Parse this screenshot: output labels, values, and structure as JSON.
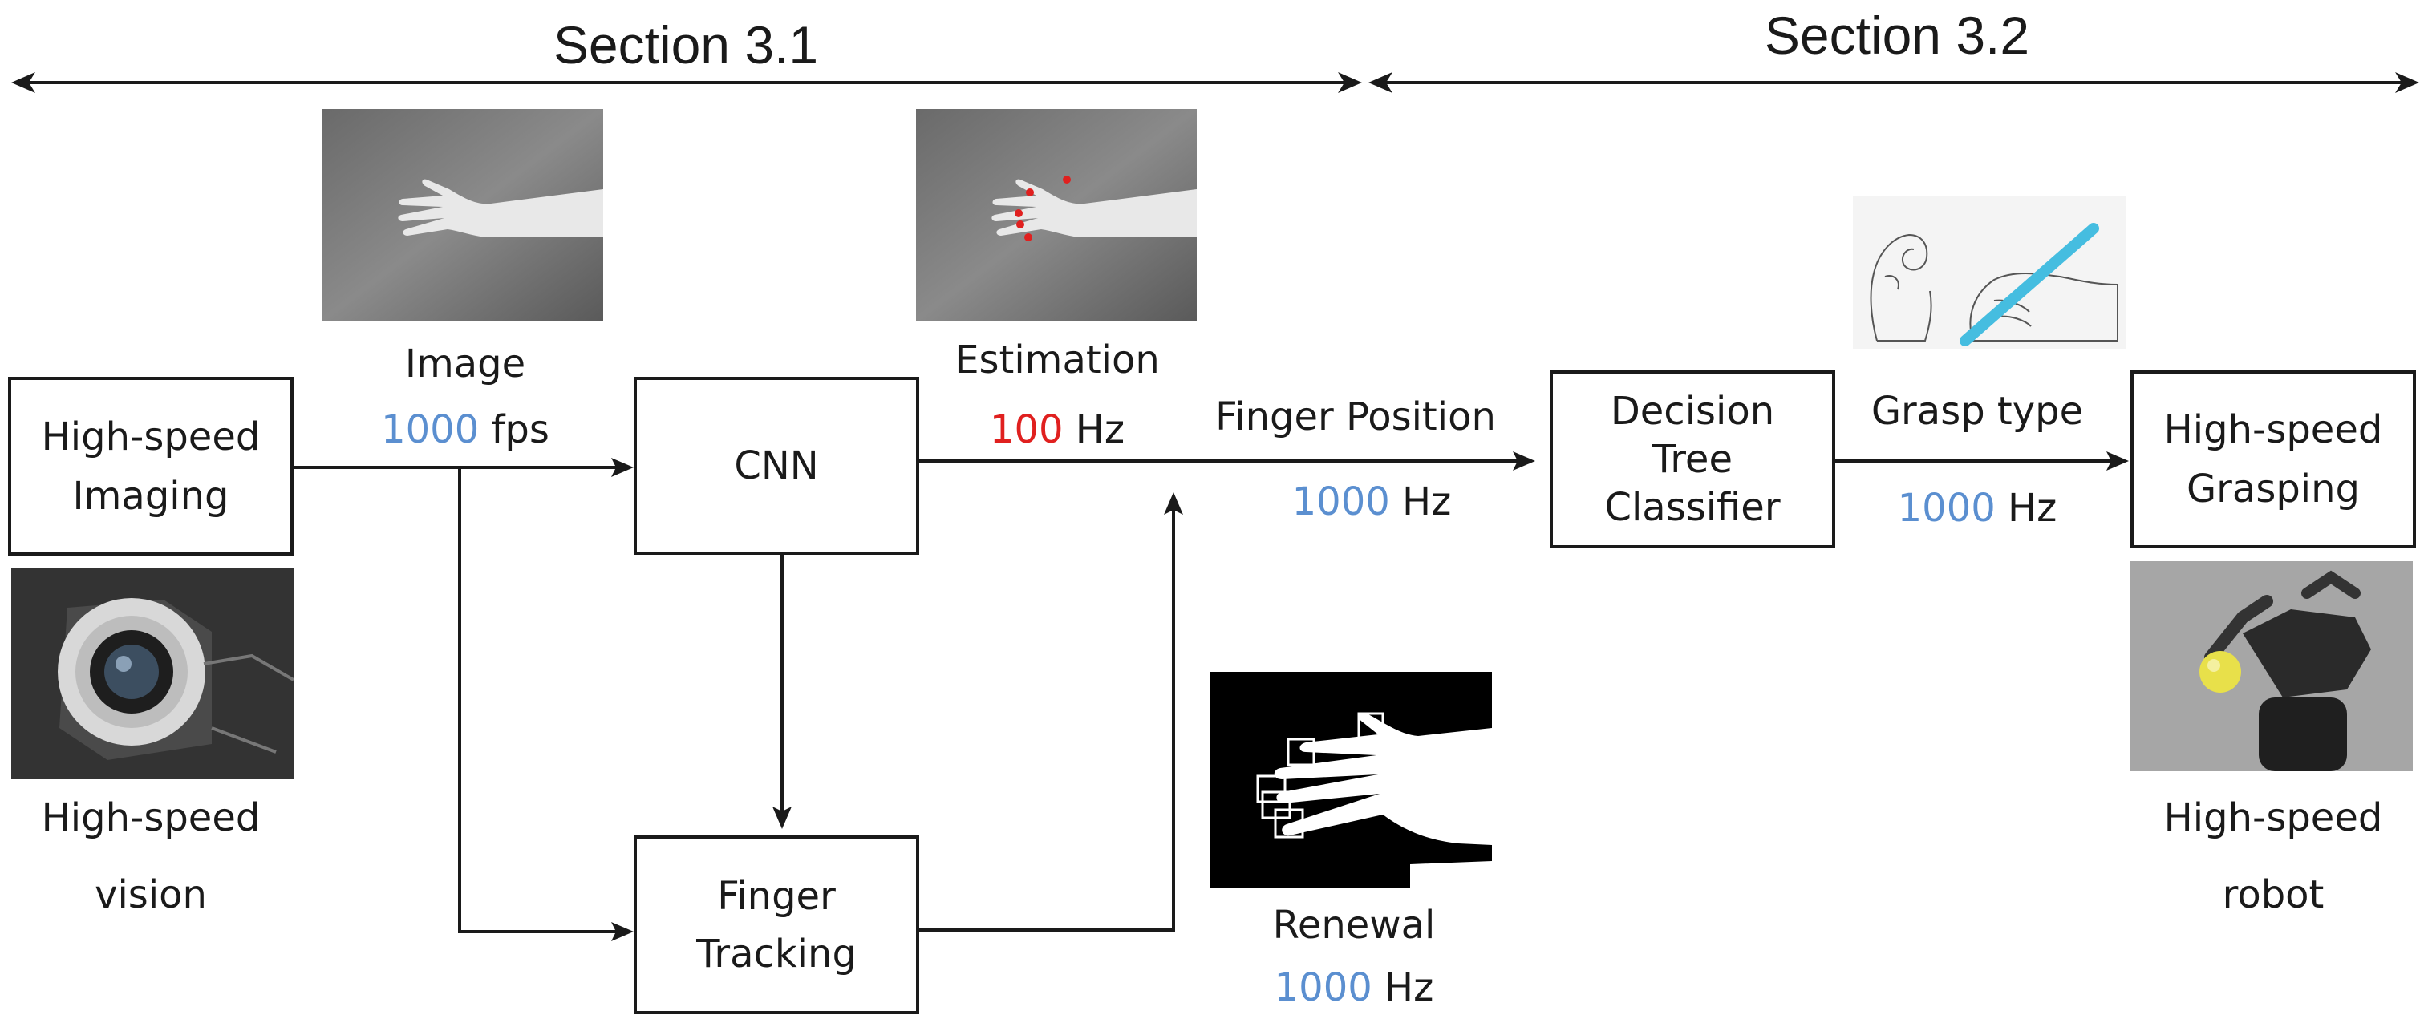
{
  "sections": {
    "s31": "Section 3.1",
    "s32": "Section 3.2"
  },
  "boxes": {
    "imaging_l1": "High-speed",
    "imaging_l2": "Imaging",
    "cnn": "CNN",
    "tracking_l1": "Finger",
    "tracking_l2": "Tracking",
    "classifier_l1": "Decision",
    "classifier_l2": "Tree",
    "classifier_l3": "Classifier",
    "grasping_l1": "High-speed",
    "grasping_l2": "Grasping"
  },
  "labels": {
    "image": "Image",
    "image_rate": "1000",
    "image_unit": " fps",
    "estimation": "Estimation",
    "estimation_rate": "100",
    "estimation_unit": " Hz",
    "finger_position": "Finger Position",
    "fp_rate": "1000",
    "fp_unit": " Hz",
    "grasp_type": "Grasp type",
    "gt_rate": "1000",
    "gt_unit": " Hz",
    "renewal": "Renewal",
    "renewal_rate": "1000",
    "renewal_unit": " Hz",
    "vision_l1": "High-speed",
    "vision_l2": "vision",
    "robot_l1": "High-speed",
    "robot_l2": "robot"
  },
  "colors": {
    "rate_blue": "#5b8fd0",
    "rate_red": "#e0201f",
    "line": "#1a1a1a",
    "pen_cyan": "#45bde0",
    "keypoint_red": "#e0201f"
  },
  "images": {
    "hand_image": "grayscale-hand-photo",
    "hand_estimation": "grayscale-hand-photo-with-red-keypoints",
    "grasp_sketch": "hand-grasp-sketch-with-pen",
    "renewal_image": "binary-hand-with-tracking-boxes",
    "camera": "high-speed-camera-photo",
    "robot": "robot-hand-holding-ball-photo"
  }
}
